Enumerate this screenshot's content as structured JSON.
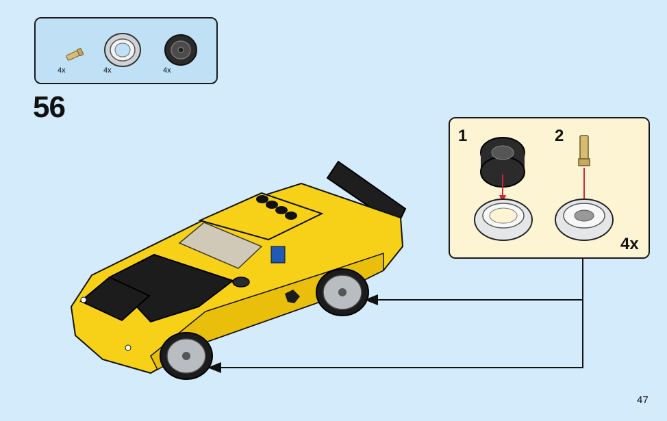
{
  "parts_list": {
    "items": [
      {
        "icon": "axle-pin-icon",
        "qty": "4x"
      },
      {
        "icon": "tire-icon",
        "qty": "4x"
      },
      {
        "icon": "wheel-rim-icon",
        "qty": "4x"
      }
    ]
  },
  "step": {
    "number": "56"
  },
  "sub_assembly": {
    "steps": [
      {
        "number": "1",
        "icon": "wheel-rim-icon"
      },
      {
        "number": "2",
        "icon": "axle-pin-icon"
      }
    ],
    "multiplier": "4x"
  },
  "page": {
    "number": "47"
  },
  "colors": {
    "background": "#d4ebfb",
    "parts_box": "#bfe0f5",
    "sub_box": "#fdf4d4",
    "car_yellow": "#f7d117",
    "arrow_red": "#d0263a"
  }
}
